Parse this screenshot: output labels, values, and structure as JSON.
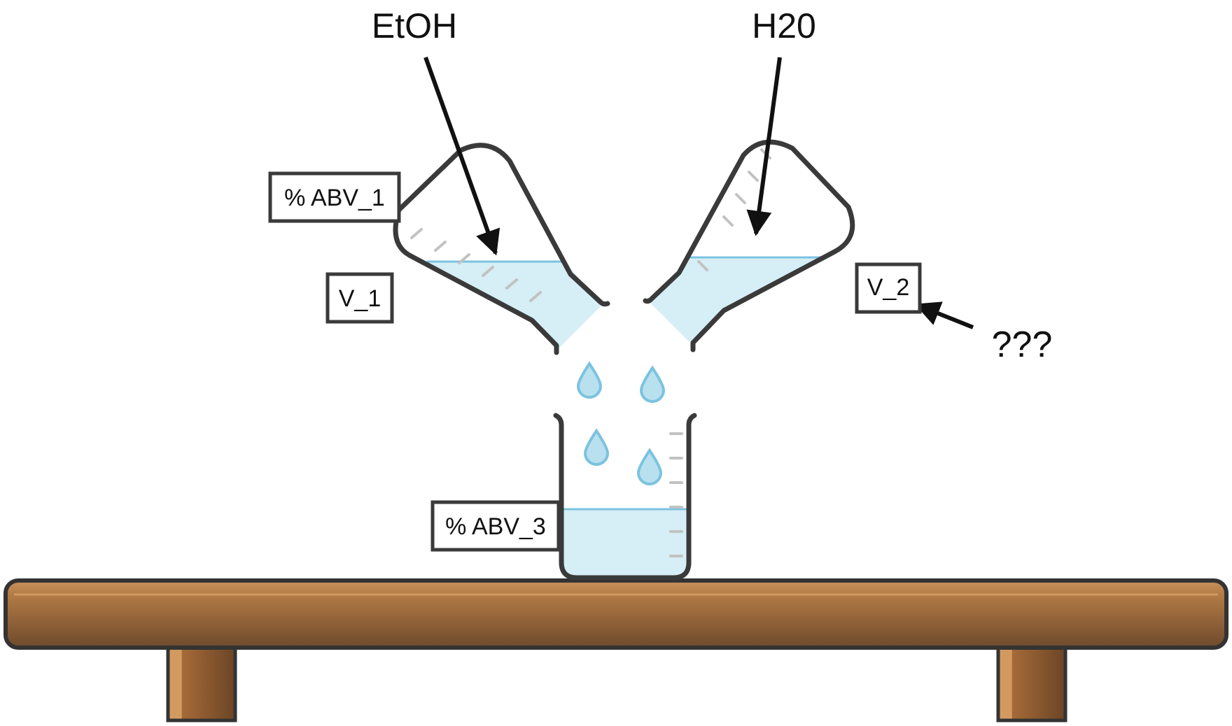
{
  "labels": {
    "ethanol": "EtOH",
    "water": "H20",
    "abv_1": "% ABV_1",
    "v_1": "V_1",
    "v_2": "V_2",
    "abv_3": "% ABV_3",
    "unknown": "???"
  },
  "colors": {
    "liquid": "#d6eef6",
    "liquid_line": "#7cc3df",
    "outline": "#3a3a3a",
    "tick": "#c2c2c2",
    "wood_top": "#c08a55",
    "wood_dark": "#7c5432",
    "wood_leg": "#a86d3c",
    "wood_leg_light": "#d39a60"
  },
  "icons": {
    "left_beaker": "tilted-beaker-icon",
    "right_beaker": "tilted-beaker-icon",
    "receiving_beaker": "beaker-icon",
    "table": "table-icon",
    "droplet": "water-drop-icon"
  }
}
